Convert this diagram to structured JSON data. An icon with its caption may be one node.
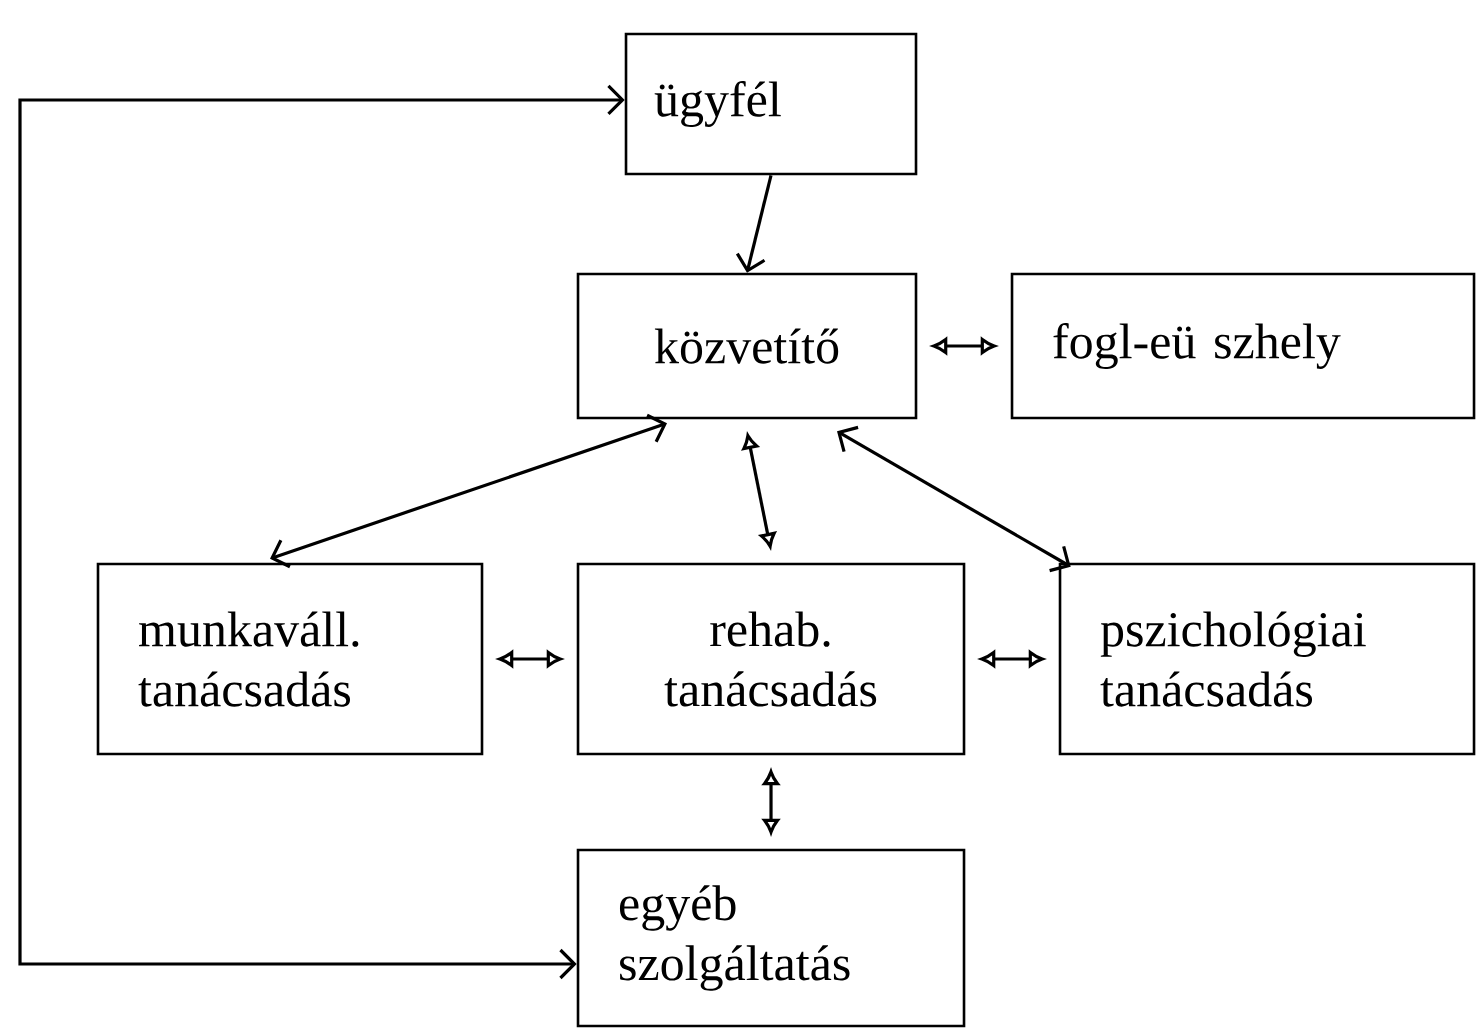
{
  "diagram": {
    "nodes": [
      {
        "text": [
          "ügyfél"
        ]
      },
      {
        "text": [
          "közvetítő"
        ]
      },
      {
        "text": [
          "fogl-eü szhely"
        ]
      },
      {
        "text": [
          "munkaváll. tanácsadás"
        ]
      },
      {
        "text": [
          "rehab. tanácsadás"
        ]
      },
      {
        "text": [
          "pszichológiai tanácsadás"
        ]
      },
      {
        "text": [
          "egyéb szolgáltatás"
        ]
      }
    ],
    "edges": [
      {
        "from": 0,
        "to": 1,
        "arrow": "to"
      },
      {
        "from": 1,
        "to": 2,
        "arrow": "both"
      },
      {
        "from": 1,
        "to": 3,
        "arrow": "both"
      },
      {
        "from": 1,
        "to": 4,
        "arrow": "both"
      },
      {
        "from": 1,
        "to": 5,
        "arrow": "both"
      },
      {
        "from": 3,
        "to": 4,
        "arrow": "both"
      },
      {
        "from": 4,
        "to": 5,
        "arrow": "both"
      },
      {
        "from": 4,
        "to": 6,
        "arrow": "both"
      },
      {
        "from": 6,
        "to": 0,
        "arrow": "both"
      }
    ]
  }
}
